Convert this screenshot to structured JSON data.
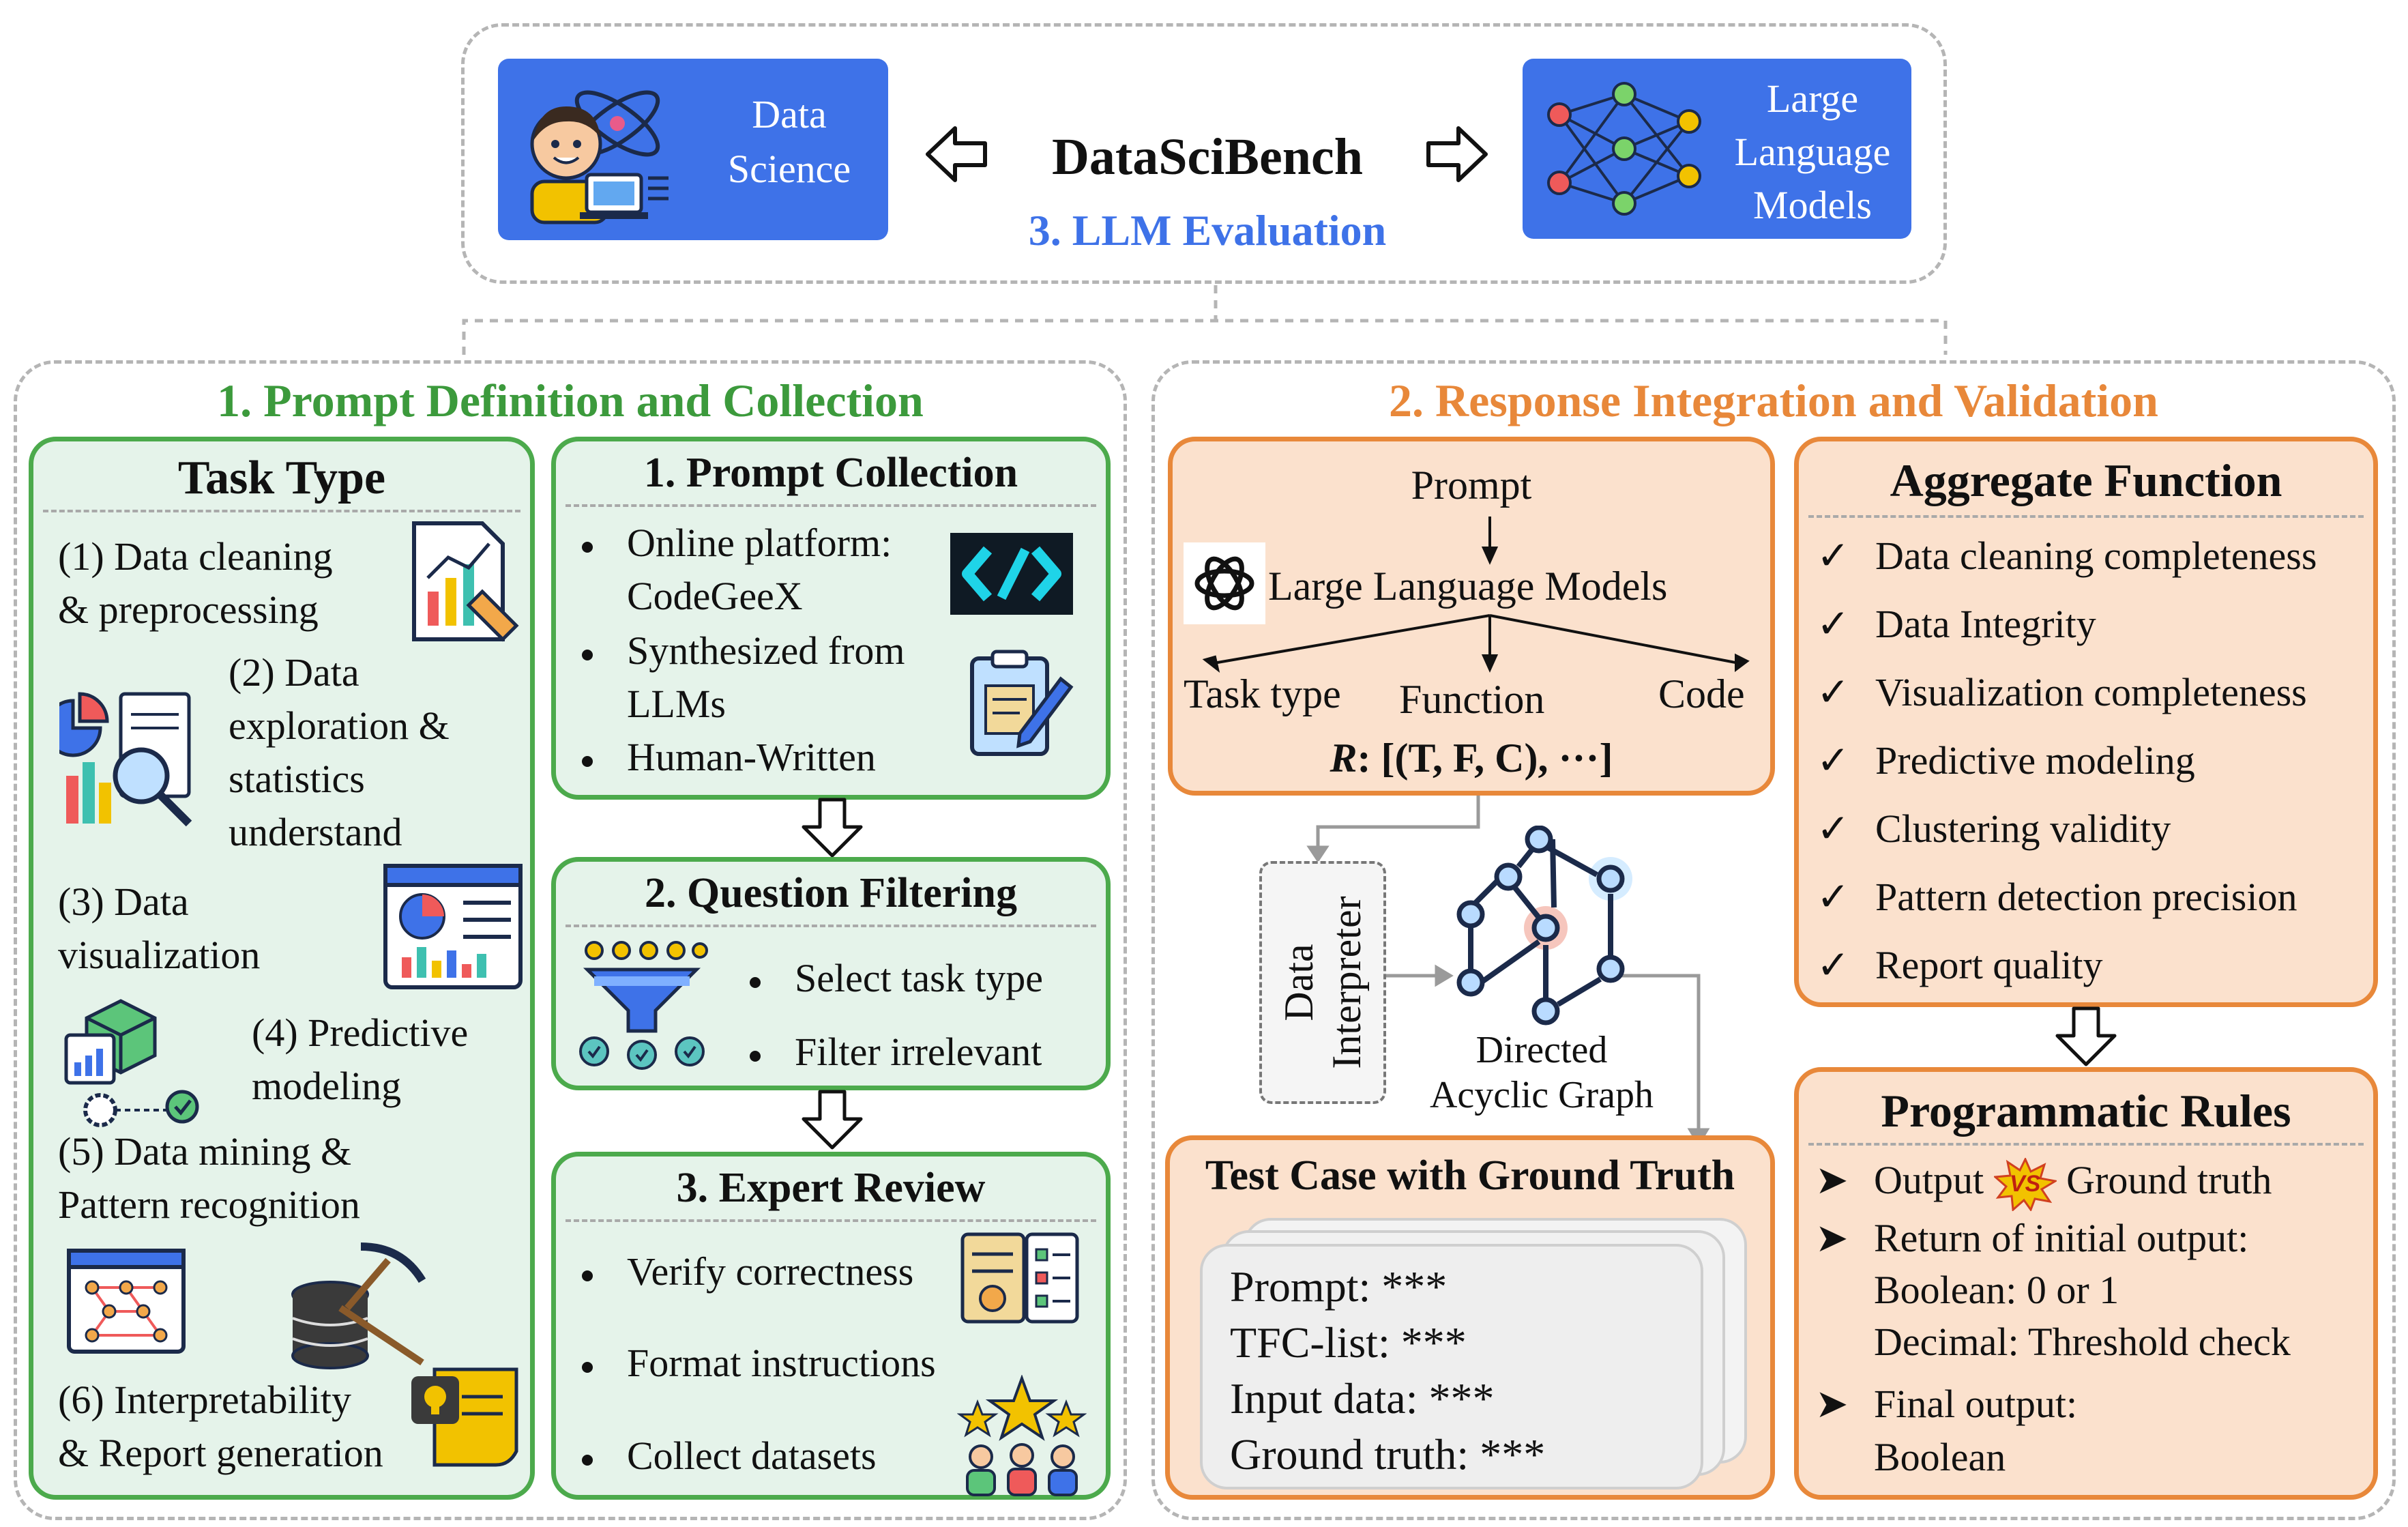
{
  "header": {
    "left_box": "Data Science",
    "center_title": "DataSciBench",
    "center_subtitle": "3. LLM Evaluation",
    "right_box_lines": [
      "Large",
      "Language",
      "Models"
    ]
  },
  "left_section": {
    "title": "1. Prompt Definition and Collection",
    "task_type": {
      "title": "Task Type",
      "items": [
        {
          "lines": [
            "(1) Data cleaning",
            "& preprocessing"
          ]
        },
        {
          "lines": [
            "(2) Data",
            "exploration &",
            "statistics",
            "understand"
          ]
        },
        {
          "lines": [
            "(3) Data",
            "visualization"
          ]
        },
        {
          "lines": [
            "(4) Predictive",
            "modeling"
          ]
        },
        {
          "lines": [
            "(5) Data mining &",
            "Pattern recognition"
          ]
        },
        {
          "lines": [
            "(6) Interpretability",
            "& Report generation"
          ]
        }
      ]
    },
    "prompt_collection": {
      "title": "1. Prompt Collection",
      "bullets": [
        {
          "lines": [
            "Online platform:",
            "CodeGeeX"
          ]
        },
        {
          "lines": [
            "Synthesized from",
            "LLMs"
          ]
        },
        {
          "lines": [
            "Human-Written"
          ]
        }
      ]
    },
    "question_filtering": {
      "title": "2. Question Filtering",
      "bullets": [
        "Select task type",
        "Filter irrelevant"
      ]
    },
    "expert_review": {
      "title": "3. Expert Review",
      "bullets": [
        "Verify correctness",
        "Format instructions",
        "Collect datasets"
      ]
    }
  },
  "right_section": {
    "title": "2. Response Integration and Validation",
    "flow": {
      "prompt": "Prompt",
      "llm": "Large Language Models",
      "branches": [
        "Task type",
        "Function",
        "Code"
      ],
      "r_label": "R",
      "r_value": ": [(T, F, C), ···]"
    },
    "interpreter": {
      "lines": [
        "Data",
        "Interpreter"
      ]
    },
    "dag": {
      "lines": [
        "Directed",
        "Acyclic Graph"
      ]
    },
    "test_case": {
      "title": "Test Case with Ground Truth",
      "lines": [
        "Prompt: ***",
        "TFC-list: ***",
        "Input data: ***",
        "Ground truth: ***"
      ]
    },
    "aggregate": {
      "title": "Aggregate Function",
      "items": [
        "Data cleaning completeness",
        "Data Integrity",
        "Visualization completeness",
        "Predictive modeling",
        "Clustering validity",
        "Pattern detection precision",
        "Report quality"
      ]
    },
    "rules": {
      "title": "Programmatic Rules",
      "output_left": "Output",
      "vs_label": "VS",
      "output_right": "Ground truth",
      "return_label": "Return of initial output:",
      "return_lines": [
        "Boolean: 0 or 1",
        "Decimal: Threshold check"
      ],
      "final_label": "Final output:",
      "final_value": "Boolean"
    }
  },
  "colors": {
    "green": "#4caa4c",
    "orange": "#e8883a",
    "blue": "#3e72e8",
    "green_bg": "#e5f3ea",
    "orange_bg": "#fbe1cd"
  }
}
